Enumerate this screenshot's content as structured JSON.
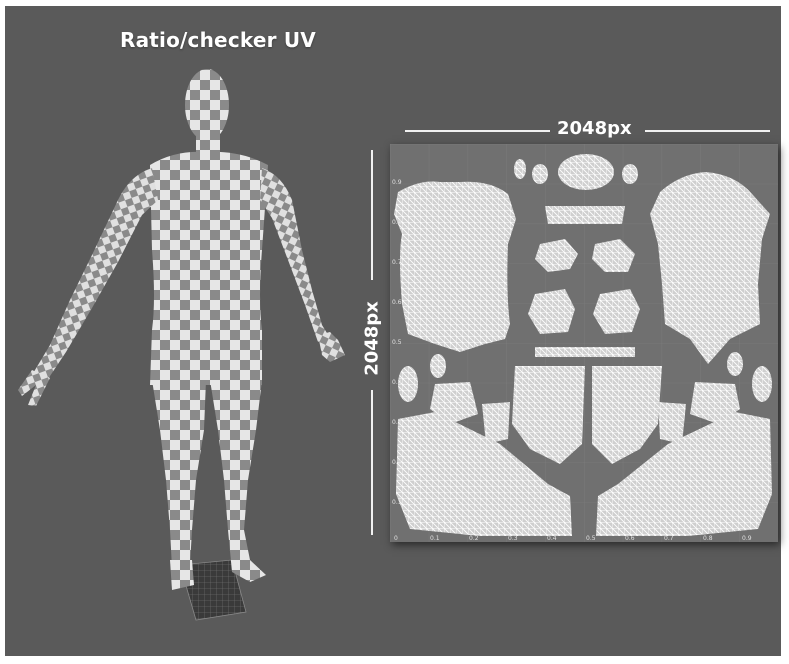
{
  "title": "Ratio/checker UV",
  "dimensions": {
    "width_label": "2048px",
    "height_label": "2048px"
  },
  "uv_axis_ticks": [
    "0",
    "0.1",
    "0.2",
    "0.3",
    "0.4",
    "0.5",
    "0.6",
    "0.7",
    "0.8",
    "0.9"
  ],
  "colors": {
    "background": "#5a5a5a",
    "uv_panel": "#707070",
    "checker_light": "#e6e6e6",
    "checker_dark": "#8a8a8a",
    "wireframe": "#ffffff"
  }
}
